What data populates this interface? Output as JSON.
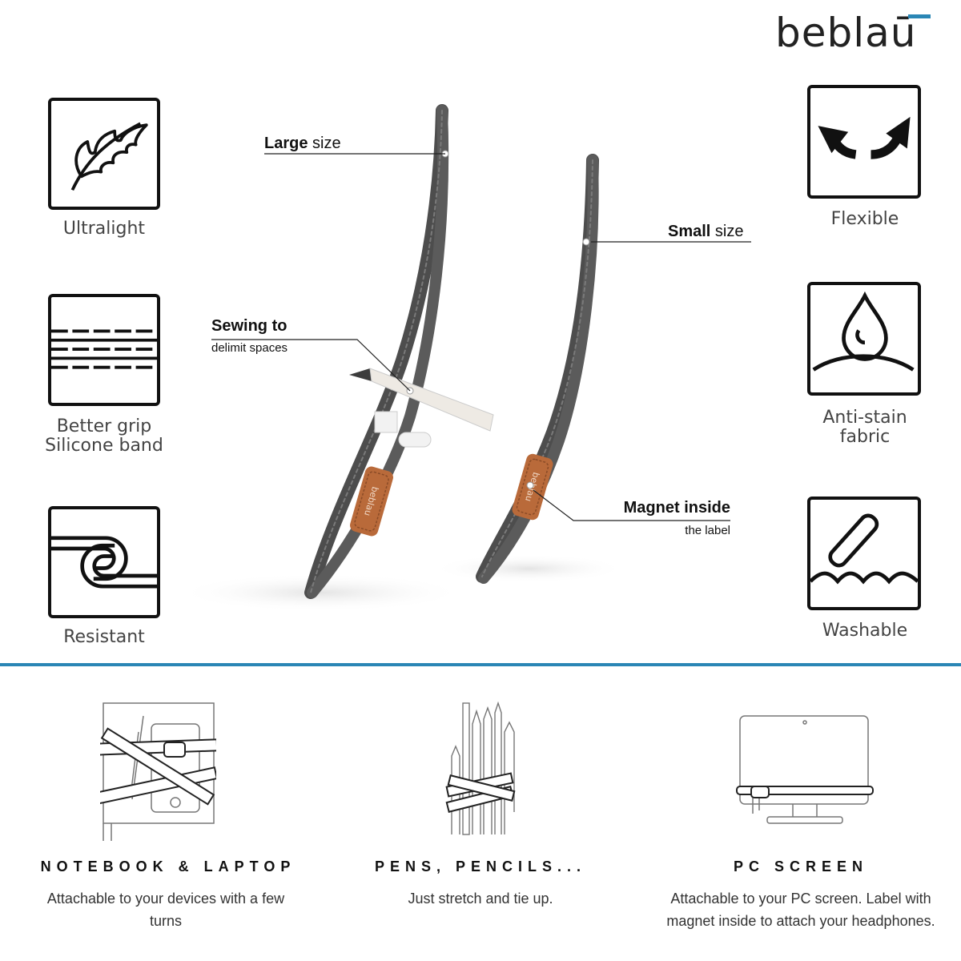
{
  "brand": {
    "logo_text": "beblaū"
  },
  "features_left": [
    {
      "label": "Ultralight",
      "icon": "feather-icon"
    },
    {
      "label_line1": "Better grip",
      "label_line2": "Silicone band",
      "icon": "grip-lines-icon"
    },
    {
      "label": "Resistant",
      "icon": "chain-link-icon"
    }
  ],
  "features_right": [
    {
      "label": "Flexible",
      "icon": "curved-arrows-icon"
    },
    {
      "label_line1": "Anti-stain",
      "label_line2": "fabric",
      "icon": "water-drop-icon"
    },
    {
      "label": "Washable",
      "icon": "wash-bar-icon"
    }
  ],
  "callouts": {
    "large": {
      "bold": "Large",
      "light": " size"
    },
    "small": {
      "bold": "Small",
      "light": " size"
    },
    "sewing": {
      "title": "Sewing to",
      "sub": "delimit spaces"
    },
    "magnet": {
      "title": "Magnet inside",
      "sub": "the label"
    }
  },
  "product_label_text": "beblau",
  "uses": [
    {
      "title": "NOTEBOOK & LAPTOP",
      "desc_line1": "Attachable to your devices with a few",
      "desc_line2": "turns",
      "icon": "notebook-band-icon"
    },
    {
      "title": "PENS, PENCILS...",
      "desc_line1": "Just stretch and tie up.",
      "icon": "pencils-band-icon"
    },
    {
      "title": "PC SCREEN",
      "desc_line1": "Attachable to your PC screen. Label with",
      "desc_line2": "magnet inside to attach your headphones.",
      "icon": "monitor-band-icon"
    }
  ],
  "colors": {
    "accent": "#2a86b5",
    "band": "#5b5b5b",
    "label": "#b96a3a"
  }
}
